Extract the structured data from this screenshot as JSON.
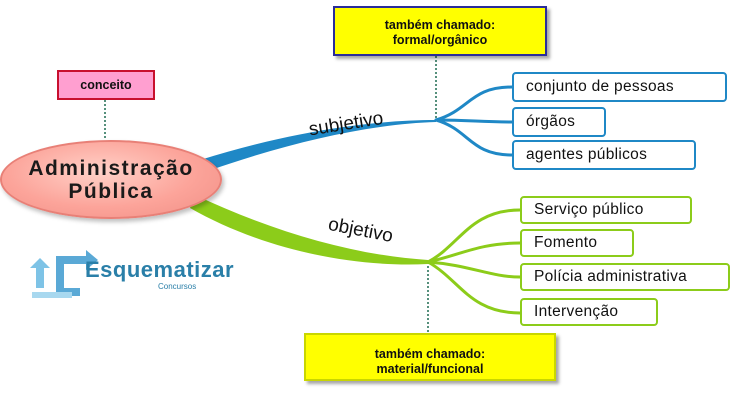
{
  "center": {
    "line1": "Administração",
    "line2": "Pública"
  },
  "concept_label": "conceito",
  "subjective": {
    "label": "subjetivo",
    "callout_line1": "também chamado:",
    "callout_line2": "formal/orgânico",
    "items": [
      "conjunto de pessoas",
      "órgãos",
      "agentes públicos"
    ]
  },
  "objective": {
    "label": "objetivo",
    "callout_line1": "também chamado:",
    "callout_line2": "material/funcional",
    "items": [
      "Serviço público",
      "Fomento",
      "Polícia administrativa",
      "Intervenção"
    ]
  },
  "logo": {
    "name": "Esquematizar",
    "tagline": "Concursos"
  },
  "colors": {
    "blue": "#1f88c6",
    "green": "#8ccc1a",
    "center": "#fca49a",
    "callout": "#ffff00",
    "concept": "#ff9fd0"
  }
}
